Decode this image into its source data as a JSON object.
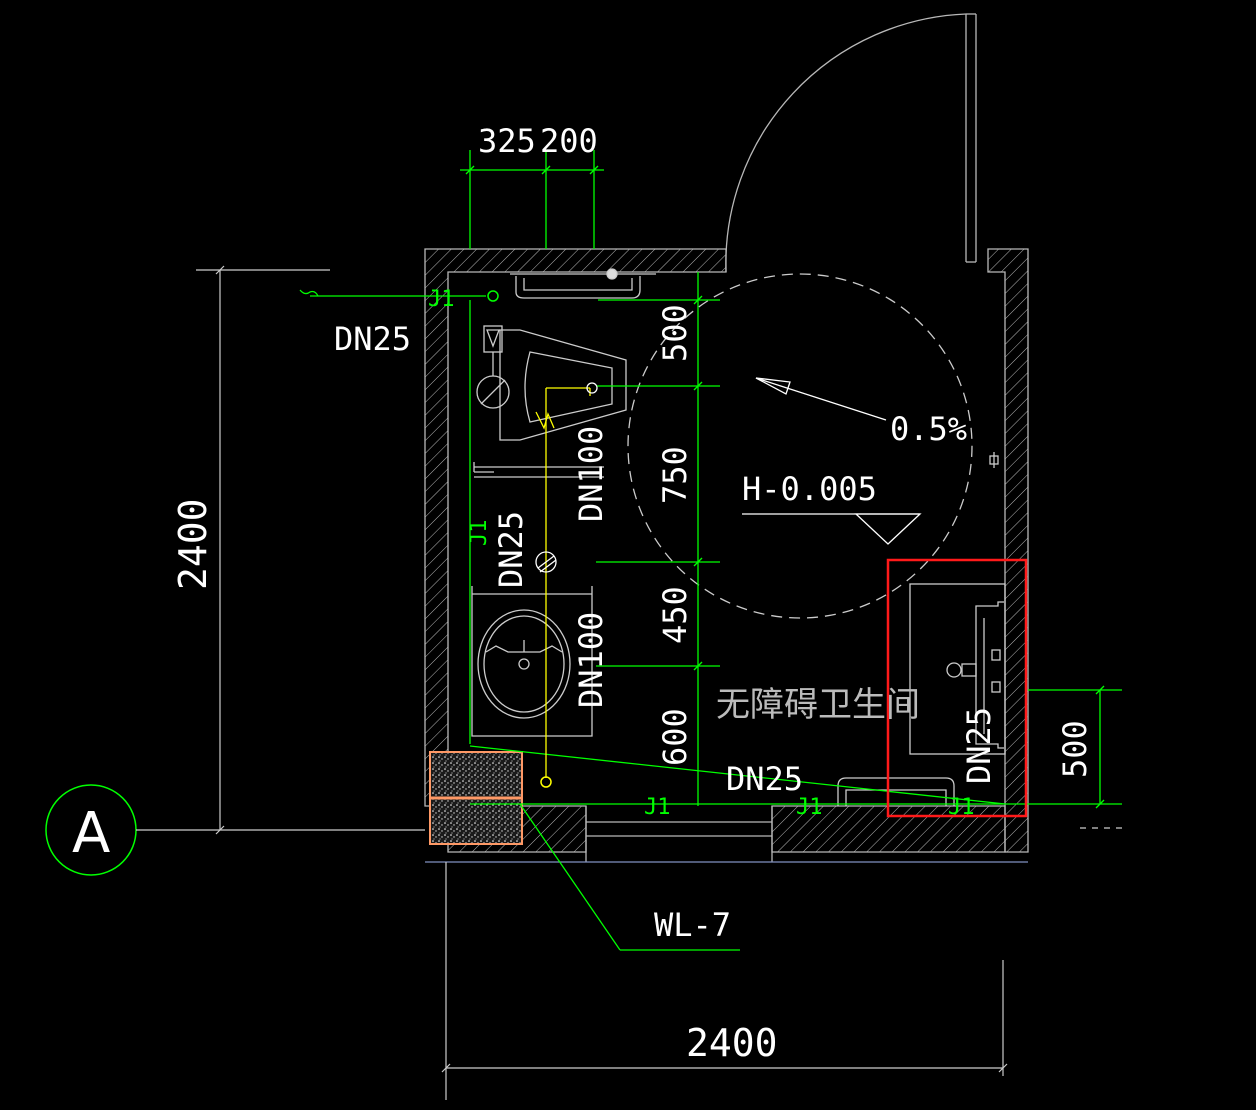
{
  "colors": {
    "background": "#000000",
    "wall": "#b8b8b8",
    "text": "#ffffff",
    "dimension": "#00ff00",
    "pipe": "#ffff00",
    "highlight": "#ff1a1a",
    "column_edge": "#ff9966"
  },
  "dimensions": {
    "top_left": "325",
    "top_right": "200",
    "left_total": "2400",
    "bottom_total": "2400",
    "seg_1": "500",
    "seg_2": "750",
    "seg_3": "450",
    "seg_4": "600",
    "right_seg": "500"
  },
  "labels": {
    "pipe_dn25_left": "DN25",
    "riser_j1_left": "J1",
    "riser_j1_vertical": "J1",
    "pipe_dn25_vertical": "DN25",
    "pipe_dn100_upper": "DN100",
    "pipe_dn100_lower": "DN100",
    "slope": "0.5%",
    "elevation": "H-0.005",
    "room_name": "无障碍卫生间",
    "pipe_dn25_bottom": "DN25",
    "pipe_dn25_right": "DN25",
    "j1_bottom_1": "J1",
    "j1_bottom_2": "J1",
    "j1_bottom_3": "J1",
    "drain_riser": "WL-7",
    "axis_label": "A"
  }
}
